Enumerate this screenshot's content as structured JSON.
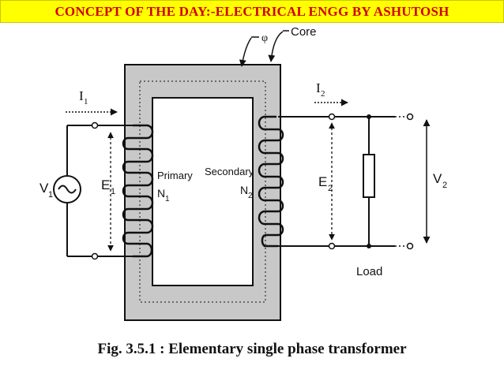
{
  "banner": {
    "text": "CONCEPT OF THE DAY:-ELECTRICAL ENGG BY ASHUTOSH",
    "bg": "#ffff00",
    "color": "#d00000"
  },
  "diagram": {
    "flux_label": "φ",
    "core_label": "Core",
    "i1": {
      "main": "I",
      "sub": "1"
    },
    "i2": {
      "main": "I",
      "sub": "2"
    },
    "v1": {
      "main": "V",
      "sub": "1"
    },
    "e1": {
      "main": "E",
      "sub": "1"
    },
    "e2": {
      "main": "E",
      "sub": "2"
    },
    "v2": {
      "main": "V",
      "sub": "2"
    },
    "primary_label": "Primary",
    "n1": {
      "main": "N",
      "sub": "1"
    },
    "secondary_label": "Secondary",
    "n2": {
      "main": "N",
      "sub": "2"
    },
    "load_label": "Load",
    "core_color": "#c8c8c8"
  },
  "caption": "Fig. 3.5.1 : Elementary single phase transformer"
}
